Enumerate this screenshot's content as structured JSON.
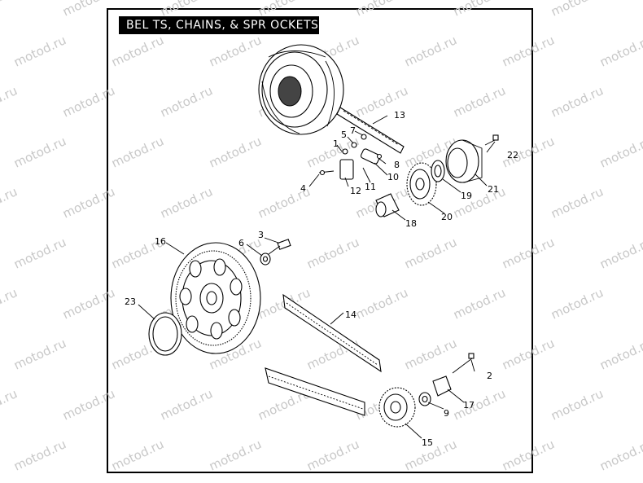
{
  "title": "BEL TS, CHAINS, & SPR OCKETS",
  "watermark_text": "motod.ru",
  "callouts": [
    "1",
    "2",
    "3",
    "4",
    "5",
    "6",
    "7",
    "8",
    "9",
    "10",
    "11",
    "12",
    "13",
    "14",
    "15",
    "16",
    "17",
    "18",
    "19",
    "20",
    "21",
    "22",
    "23"
  ]
}
